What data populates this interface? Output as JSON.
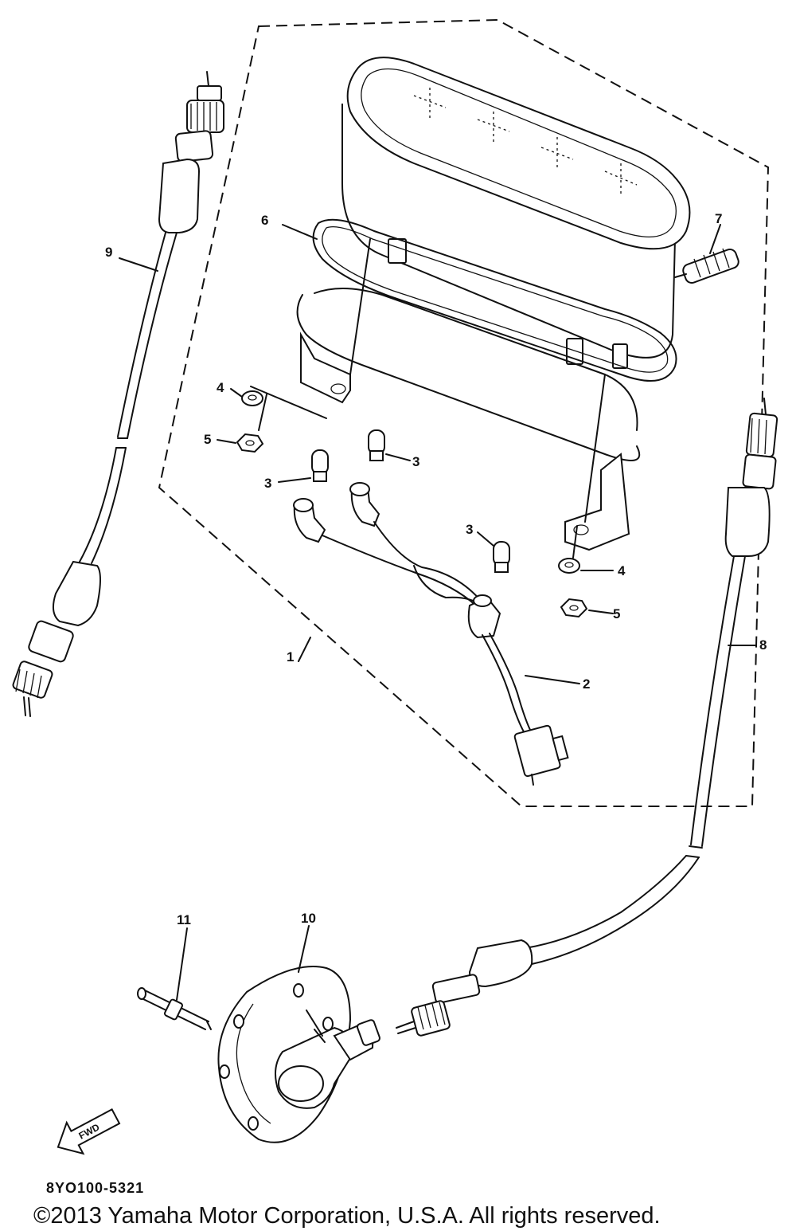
{
  "diagram": {
    "callouts": [
      {
        "id": "c1",
        "text": "1"
      },
      {
        "id": "c2",
        "text": "2"
      },
      {
        "id": "c3a",
        "text": "3"
      },
      {
        "id": "c3b",
        "text": "3"
      },
      {
        "id": "c3c",
        "text": "3"
      },
      {
        "id": "c4a",
        "text": "4"
      },
      {
        "id": "c4b",
        "text": "4"
      },
      {
        "id": "c5a",
        "text": "5"
      },
      {
        "id": "c5b",
        "text": "5"
      },
      {
        "id": "c6",
        "text": "6"
      },
      {
        "id": "c7",
        "text": "7"
      },
      {
        "id": "c8",
        "text": "8"
      },
      {
        "id": "c9",
        "text": "9"
      },
      {
        "id": "c10",
        "text": "10"
      },
      {
        "id": "c11",
        "text": "11"
      }
    ],
    "fwd_label": "FWD",
    "part_code": "8YO100-5321",
    "copyright": "©2013 Yamaha Motor Corporation, U.S.A. All rights reserved."
  }
}
